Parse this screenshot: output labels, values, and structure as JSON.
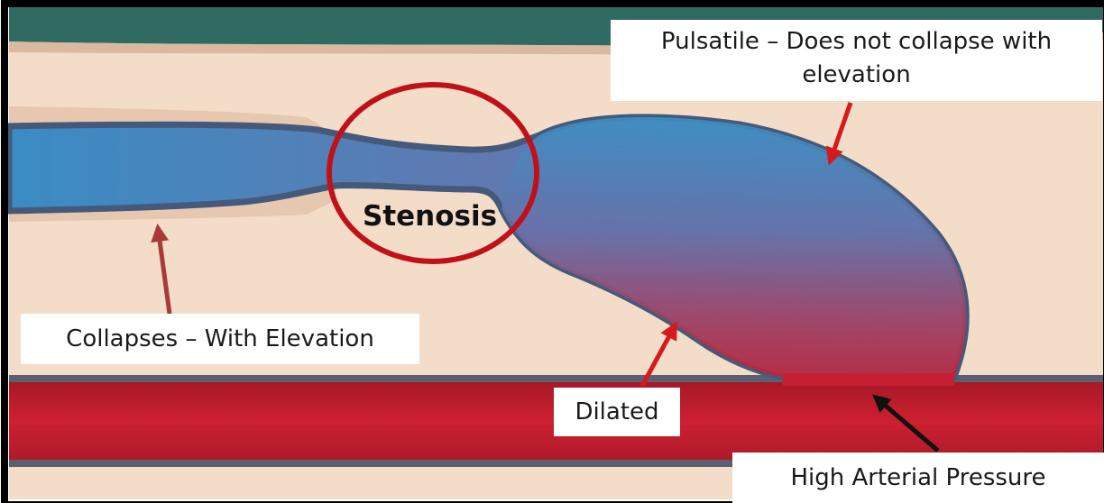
{
  "labels": {
    "pulsatile": "Pulsatile – Does not collapse with elevation",
    "stenosis": "Stenosis",
    "collapses": "Collapses – With Elevation",
    "dilated": "Dilated",
    "high_arterial_pressure": "High Arterial Pressure"
  },
  "colors": {
    "background": "#f3dcc8",
    "tissue_band": "#2f6b63",
    "vein_blue": "#3d8fc2",
    "artery_red": "#c81e2c",
    "stenosis_circle": "#c0111b",
    "arrow_red": "#d41a1a",
    "arrow_dark_red": "#a83a3a",
    "arrow_black": "#111111"
  }
}
